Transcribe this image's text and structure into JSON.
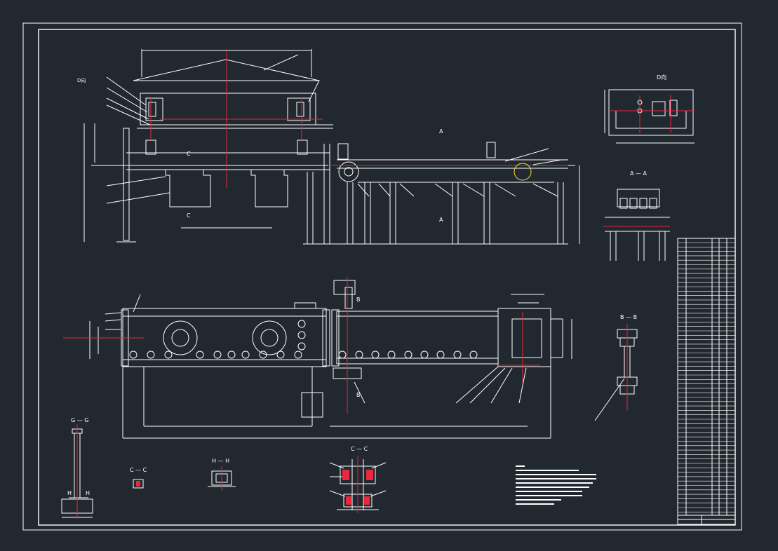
{
  "colors": {
    "background": "#212830",
    "line": "#ffffff",
    "centerline": "#e8283c",
    "highlight": "#f2e23a"
  },
  "views": {
    "direction_d": "D向",
    "direction_d_view": "D向",
    "section_a": "A — A",
    "section_b": "B — B",
    "section_g": "G — G",
    "section_c_small": "C — C",
    "section_h": "H — H",
    "section_c_bottom": "C — C"
  },
  "markers": {
    "cut_c": "C",
    "cut_a": "A",
    "cut_b": "B",
    "h_left": "H",
    "h_right": "H"
  }
}
